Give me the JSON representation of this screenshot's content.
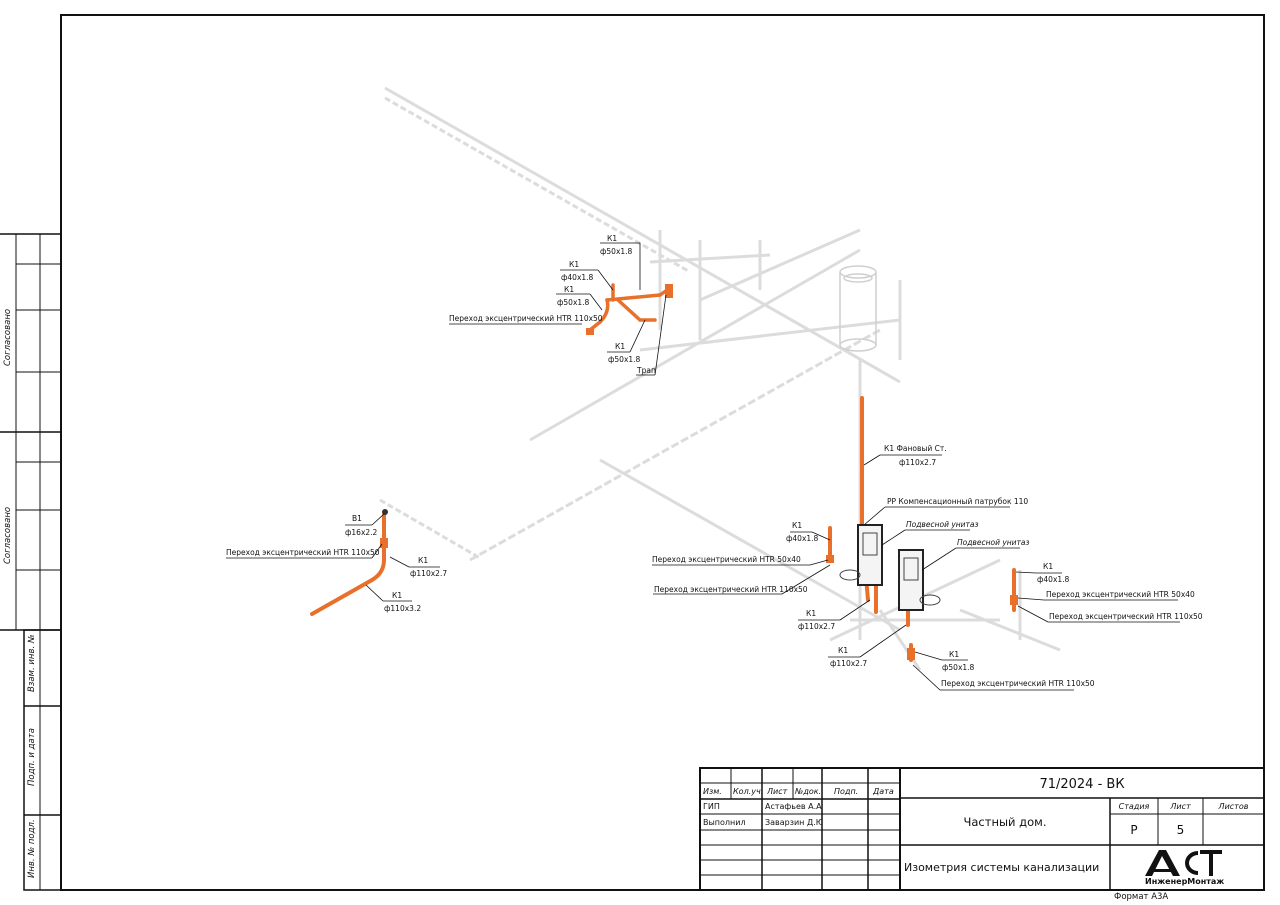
{
  "sheet": {
    "code": "71/2024 - ВК",
    "object": "Частный дом.",
    "drawing_title": "Изометрия системы канализации",
    "format": "Формат А3А",
    "stage_header": "Стадия",
    "sheet_header": "Лист",
    "sheets_header": "Листов",
    "stage": "Р",
    "sheet_no": "5",
    "sheets_total": ""
  },
  "stamp": {
    "col_headers": [
      "Изм.",
      "Кол.уч.",
      "Лист",
      "№док.",
      "Подп.",
      "Дата"
    ],
    "rows": [
      {
        "role": "ГИП",
        "name": "Астафьев А.А."
      },
      {
        "role": "Выполнил",
        "name": "Заварзин Д.Ю."
      }
    ]
  },
  "logo": {
    "mark": "АСТ",
    "subtitle": "ИнженерМонтаж"
  },
  "side_strip": {
    "approved_1": "Согласовано",
    "approved_2": "Согласовано",
    "inv_vzam": "Взам. инв. №",
    "sign_date": "Подп. и дата",
    "inv_orig": "Инв. № подл."
  },
  "annotations": {
    "g1": [
      {
        "code": "К1",
        "size": "ф50х1.8"
      },
      {
        "code": "К1",
        "size": "ф40х1.8"
      },
      {
        "code": "К1",
        "size": "ф50х1.8"
      },
      {
        "text": "Переход эксцентрический HTR 110х50"
      },
      {
        "code": "К1",
        "size": "ф50х1.8"
      },
      {
        "text": "Трап"
      }
    ],
    "g2": [
      {
        "code": "В1",
        "size": "ф16х2.2"
      },
      {
        "text": "Переход эксцентрический HTR 110х50"
      },
      {
        "code": "К1",
        "size": "ф110х2.7"
      },
      {
        "code": "К1",
        "size": "ф110х3.2"
      }
    ],
    "g3": [
      {
        "code": "К1  Фановый Ст.",
        "size": "ф110х2.7"
      },
      {
        "text": "PP Компенсационный патрубок 110"
      },
      {
        "text": "Подвесной унитаз"
      },
      {
        "text": "Подвесной унитаз"
      },
      {
        "code": "К1",
        "size": "ф40х1.8"
      },
      {
        "text": "Переход эксцентрический HTR 50х40"
      },
      {
        "text": "Переход эксцентрический HTR 110х50"
      },
      {
        "code": "К1",
        "size": "ф110х2.7"
      },
      {
        "code": "К1",
        "size": "ф110х2.7"
      },
      {
        "code": "К1",
        "size": "ф50х1.8"
      },
      {
        "text": "Переход эксцентрический HTR 110х50"
      },
      {
        "code": "К1",
        "size": "ф40х1.8"
      },
      {
        "text": "Переход эксцентрический HTR 50х40"
      },
      {
        "text": "Переход эксцентрический HTR 110х50"
      }
    ]
  },
  "colors": {
    "pipe": "#e8702a",
    "ghost": "#dcdcdc",
    "frame": "#111111"
  }
}
